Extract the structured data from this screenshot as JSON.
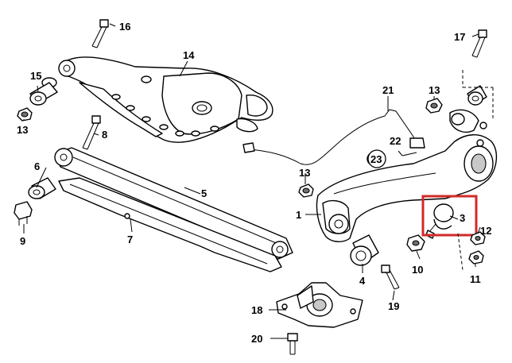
{
  "labels": {
    "l1": "1",
    "l3": "3",
    "l4": "4",
    "l5": "5",
    "l6": "6",
    "l7": "7",
    "l8": "8",
    "l9": "9",
    "l10": "10",
    "l11": "11",
    "l12": "12",
    "l13a": "13",
    "l13b": "13",
    "l13c": "13",
    "l14": "14",
    "l15": "15",
    "l16": "16",
    "l17": "17",
    "l18": "18",
    "l19": "19",
    "l20": "20",
    "l21": "21",
    "l22": "22",
    "l23": "23"
  },
  "colors": {
    "line": "#000000",
    "highlight": "#d22a2a",
    "shade": "#c8c8c8"
  }
}
